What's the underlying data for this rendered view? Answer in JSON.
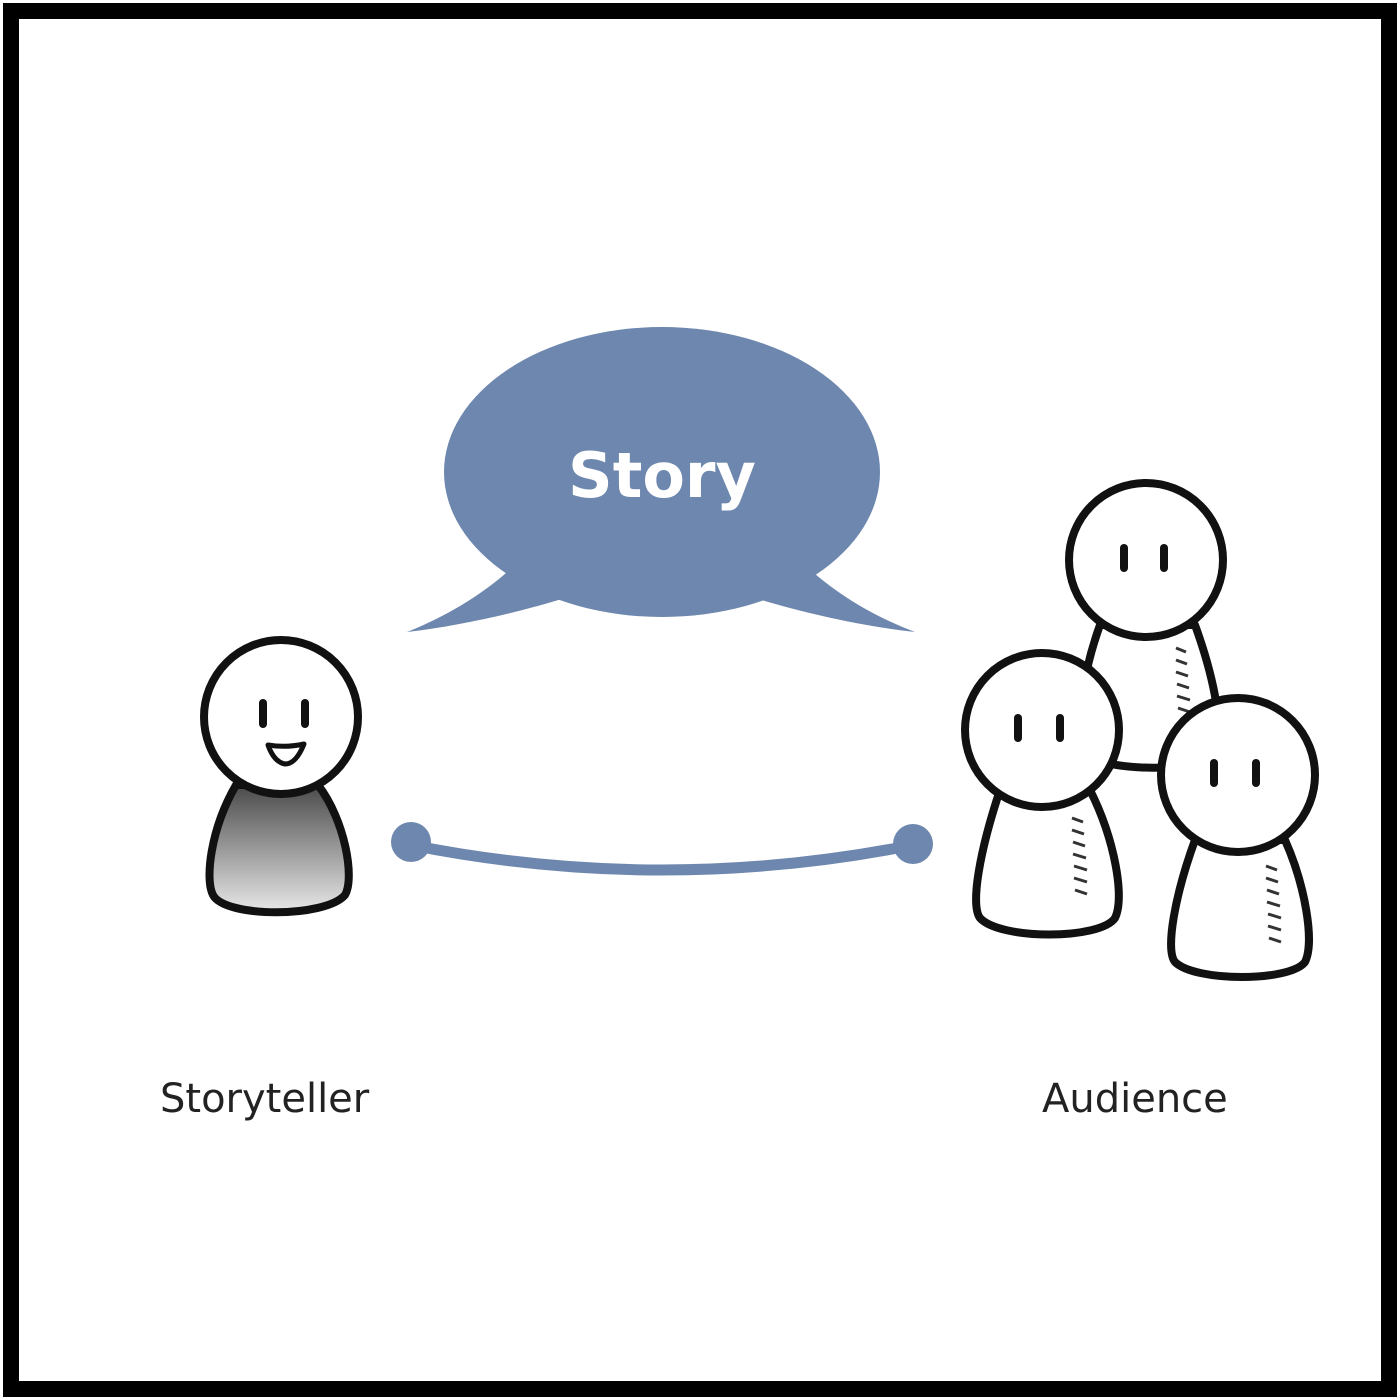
{
  "diagram": {
    "bubble_text": "Story",
    "storyteller_label": "Storyteller",
    "audience_label": "Audience"
  },
  "colors": {
    "bubble": "#6e87ae",
    "connector": "#6e87ae",
    "outline": "#111111",
    "border": "#000000",
    "background": "#ffffff"
  },
  "icons": {
    "storyteller": "smiling-person-icon",
    "audience": "person-icon"
  }
}
